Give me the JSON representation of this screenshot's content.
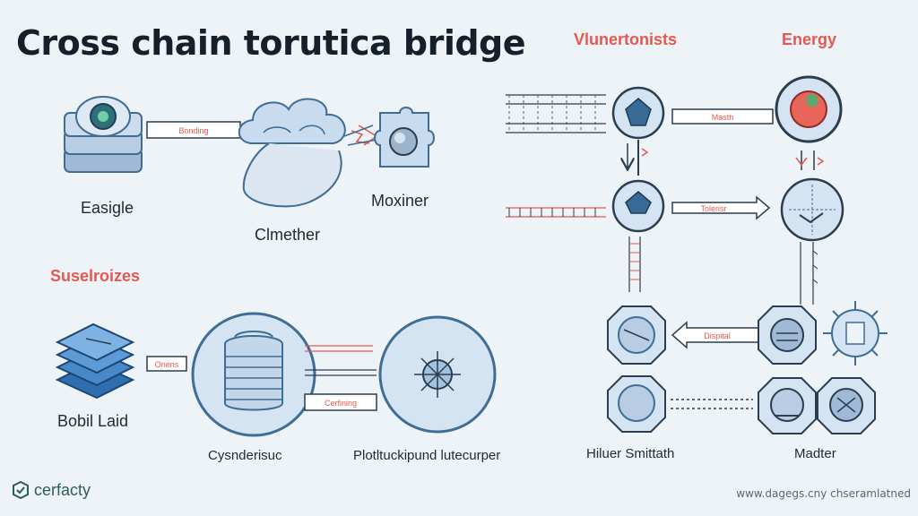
{
  "title": "Cross chain torutica bridge",
  "headings": {
    "vulnerabilities": "Vlunertonists",
    "energy": "Energy",
    "section2": "Suselroizes"
  },
  "nodes": {
    "easigle": "Easigle",
    "climether": "Clmether",
    "moxiner": "Moxiner",
    "bobil_laid": "Bobil Laid",
    "cysnderisuc": "Cysnderisuc",
    "plotlucki": "Plotltuckipund lutecurper",
    "hiluer": "Hiluer Smittath",
    "madter": "Madter"
  },
  "connectors": {
    "bonding": "Bonding",
    "masth": "Masth",
    "tolerisr": "Tolerisr",
    "dispital": "Dispital",
    "onens": "Onens",
    "cerfining": "Cerfining"
  },
  "footer": {
    "logo_text": "cerfacty",
    "url": "www.dagegs.cny chseramlatned"
  },
  "colors": {
    "accent_red": "#e4584f",
    "node_fill": "#d4e4f3",
    "node_stroke": "#3f6d93",
    "line": "#2b3d4e"
  }
}
